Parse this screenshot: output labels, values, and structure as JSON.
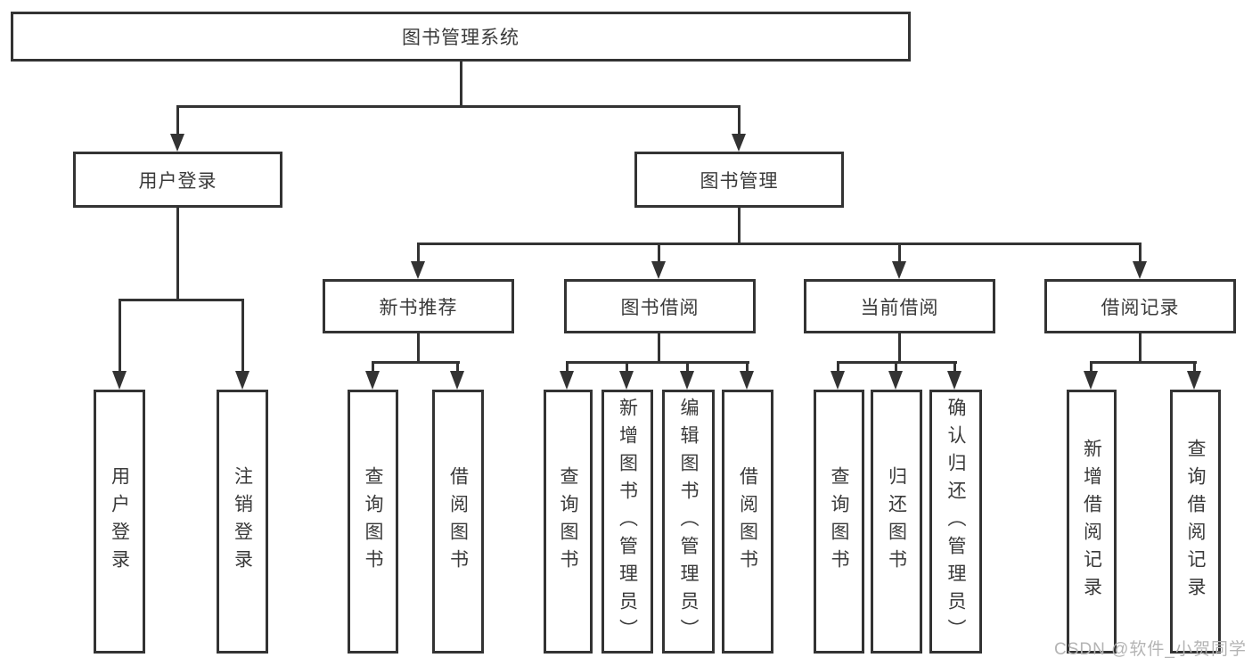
{
  "diagram": {
    "root": {
      "id": "library-management-system",
      "label": "图书管理系统"
    },
    "level2": [
      {
        "id": "user-login",
        "label": "用户登录"
      },
      {
        "id": "book-management",
        "label": "图书管理"
      }
    ],
    "level3": [
      {
        "id": "new-book-recommendation",
        "label": "新书推荐"
      },
      {
        "id": "book-borrowing",
        "label": "图书借阅"
      },
      {
        "id": "current-borrowing",
        "label": "当前借阅"
      },
      {
        "id": "borrowing-records",
        "label": "借阅记录"
      }
    ],
    "leaves": [
      {
        "parent": "用户登录",
        "label": "用户登录"
      },
      {
        "parent": "用户登录",
        "label": "注销登录"
      },
      {
        "parent": "新书推荐",
        "label": "查询图书"
      },
      {
        "parent": "新书推荐",
        "label": "借阅图书"
      },
      {
        "parent": "图书借阅",
        "label": "查询图书"
      },
      {
        "parent": "图书借阅",
        "label": "新增图书（管理员）"
      },
      {
        "parent": "图书借阅",
        "label": "编辑图书（管理员）"
      },
      {
        "parent": "图书借阅",
        "label": "借阅图书"
      },
      {
        "parent": "当前借阅",
        "label": "查询图书"
      },
      {
        "parent": "当前借阅",
        "label": "归还图书"
      },
      {
        "parent": "当前借阅",
        "label": "确认归还（管理员）"
      },
      {
        "parent": "借阅记录",
        "label": "新增借阅记录"
      },
      {
        "parent": "借阅记录",
        "label": "查询借阅记录"
      }
    ],
    "watermark": "CSDN @软件_小贺同学",
    "colors": {
      "line": "#333333",
      "text": "#3a3a3a",
      "watermark": "#b4b4b4",
      "background": "#ffffff"
    }
  }
}
